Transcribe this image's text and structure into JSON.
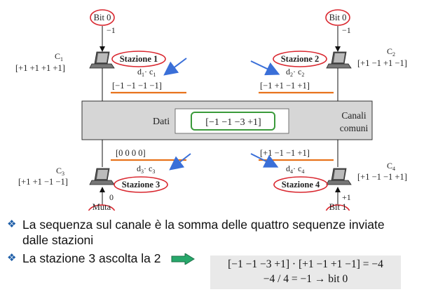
{
  "channel": {
    "data_label": "Dati",
    "data_value": "[−1 −1   −3  +1]",
    "channels_label_line1": "Canali",
    "channels_label_line2": "comuni"
  },
  "stations": [
    {
      "name": "Stazione 1",
      "code_label": "C",
      "code_sub": "1",
      "code": "[+1  +1   +1  +1]",
      "product_d": "d",
      "product_sub1": "1",
      "product_c": "· c",
      "product_sub2": "1",
      "seq": "[−1  −1   −1  −1]",
      "input": "Bit 0",
      "input_value": "−1"
    },
    {
      "name": "Stazione 2",
      "code_label": "C",
      "code_sub": "2",
      "code": "[+1  −1   +1  −1]",
      "product_d": "d",
      "product_sub1": "2",
      "product_c": "· c",
      "product_sub2": "2",
      "seq": "[−1  +1   −1  +1]",
      "input": "Bit 0",
      "input_value": "−1"
    },
    {
      "name": "Stazione 3",
      "code_label": "C",
      "code_sub": "3",
      "code": "[+1  +1   −1  −1]",
      "product_d": "d",
      "product_sub1": "3",
      "product_c": "· c",
      "product_sub2": "3",
      "seq": "[0    0    0    0]",
      "input": "Muta",
      "input_value": "0"
    },
    {
      "name": "Stazione 4",
      "code_label": "C",
      "code_sub": "4",
      "code": "[+1  −1   −1  +1]",
      "product_d": "d",
      "product_sub1": "4",
      "product_c": "· c",
      "product_sub2": "4",
      "seq": "[+1  −1   −1  +1]",
      "input": "Bit 1",
      "input_value": "+1"
    }
  ],
  "bullets": [
    {
      "text_line1": "La sequenza sul canale è la somma delle quattro sequenze inviate",
      "text_line2": "dalle stazioni"
    },
    {
      "text_line1": "La stazione 3 ascolta la 2"
    }
  ],
  "formula": {
    "line1": "[−1 −1 −3 +1] · [+1 −1 +1 −1] = −4",
    "line2": "−4 / 4 = −1  → bit 0"
  },
  "colors": {
    "highlight_red": "#d9262e",
    "underline_orange": "#e8731d",
    "arrow_blue": "#3a6fd8",
    "result_green": "#3a9a3a",
    "channel_fill": "#d6d6d6",
    "bullet_arrow_fill": "#27a86b"
  }
}
